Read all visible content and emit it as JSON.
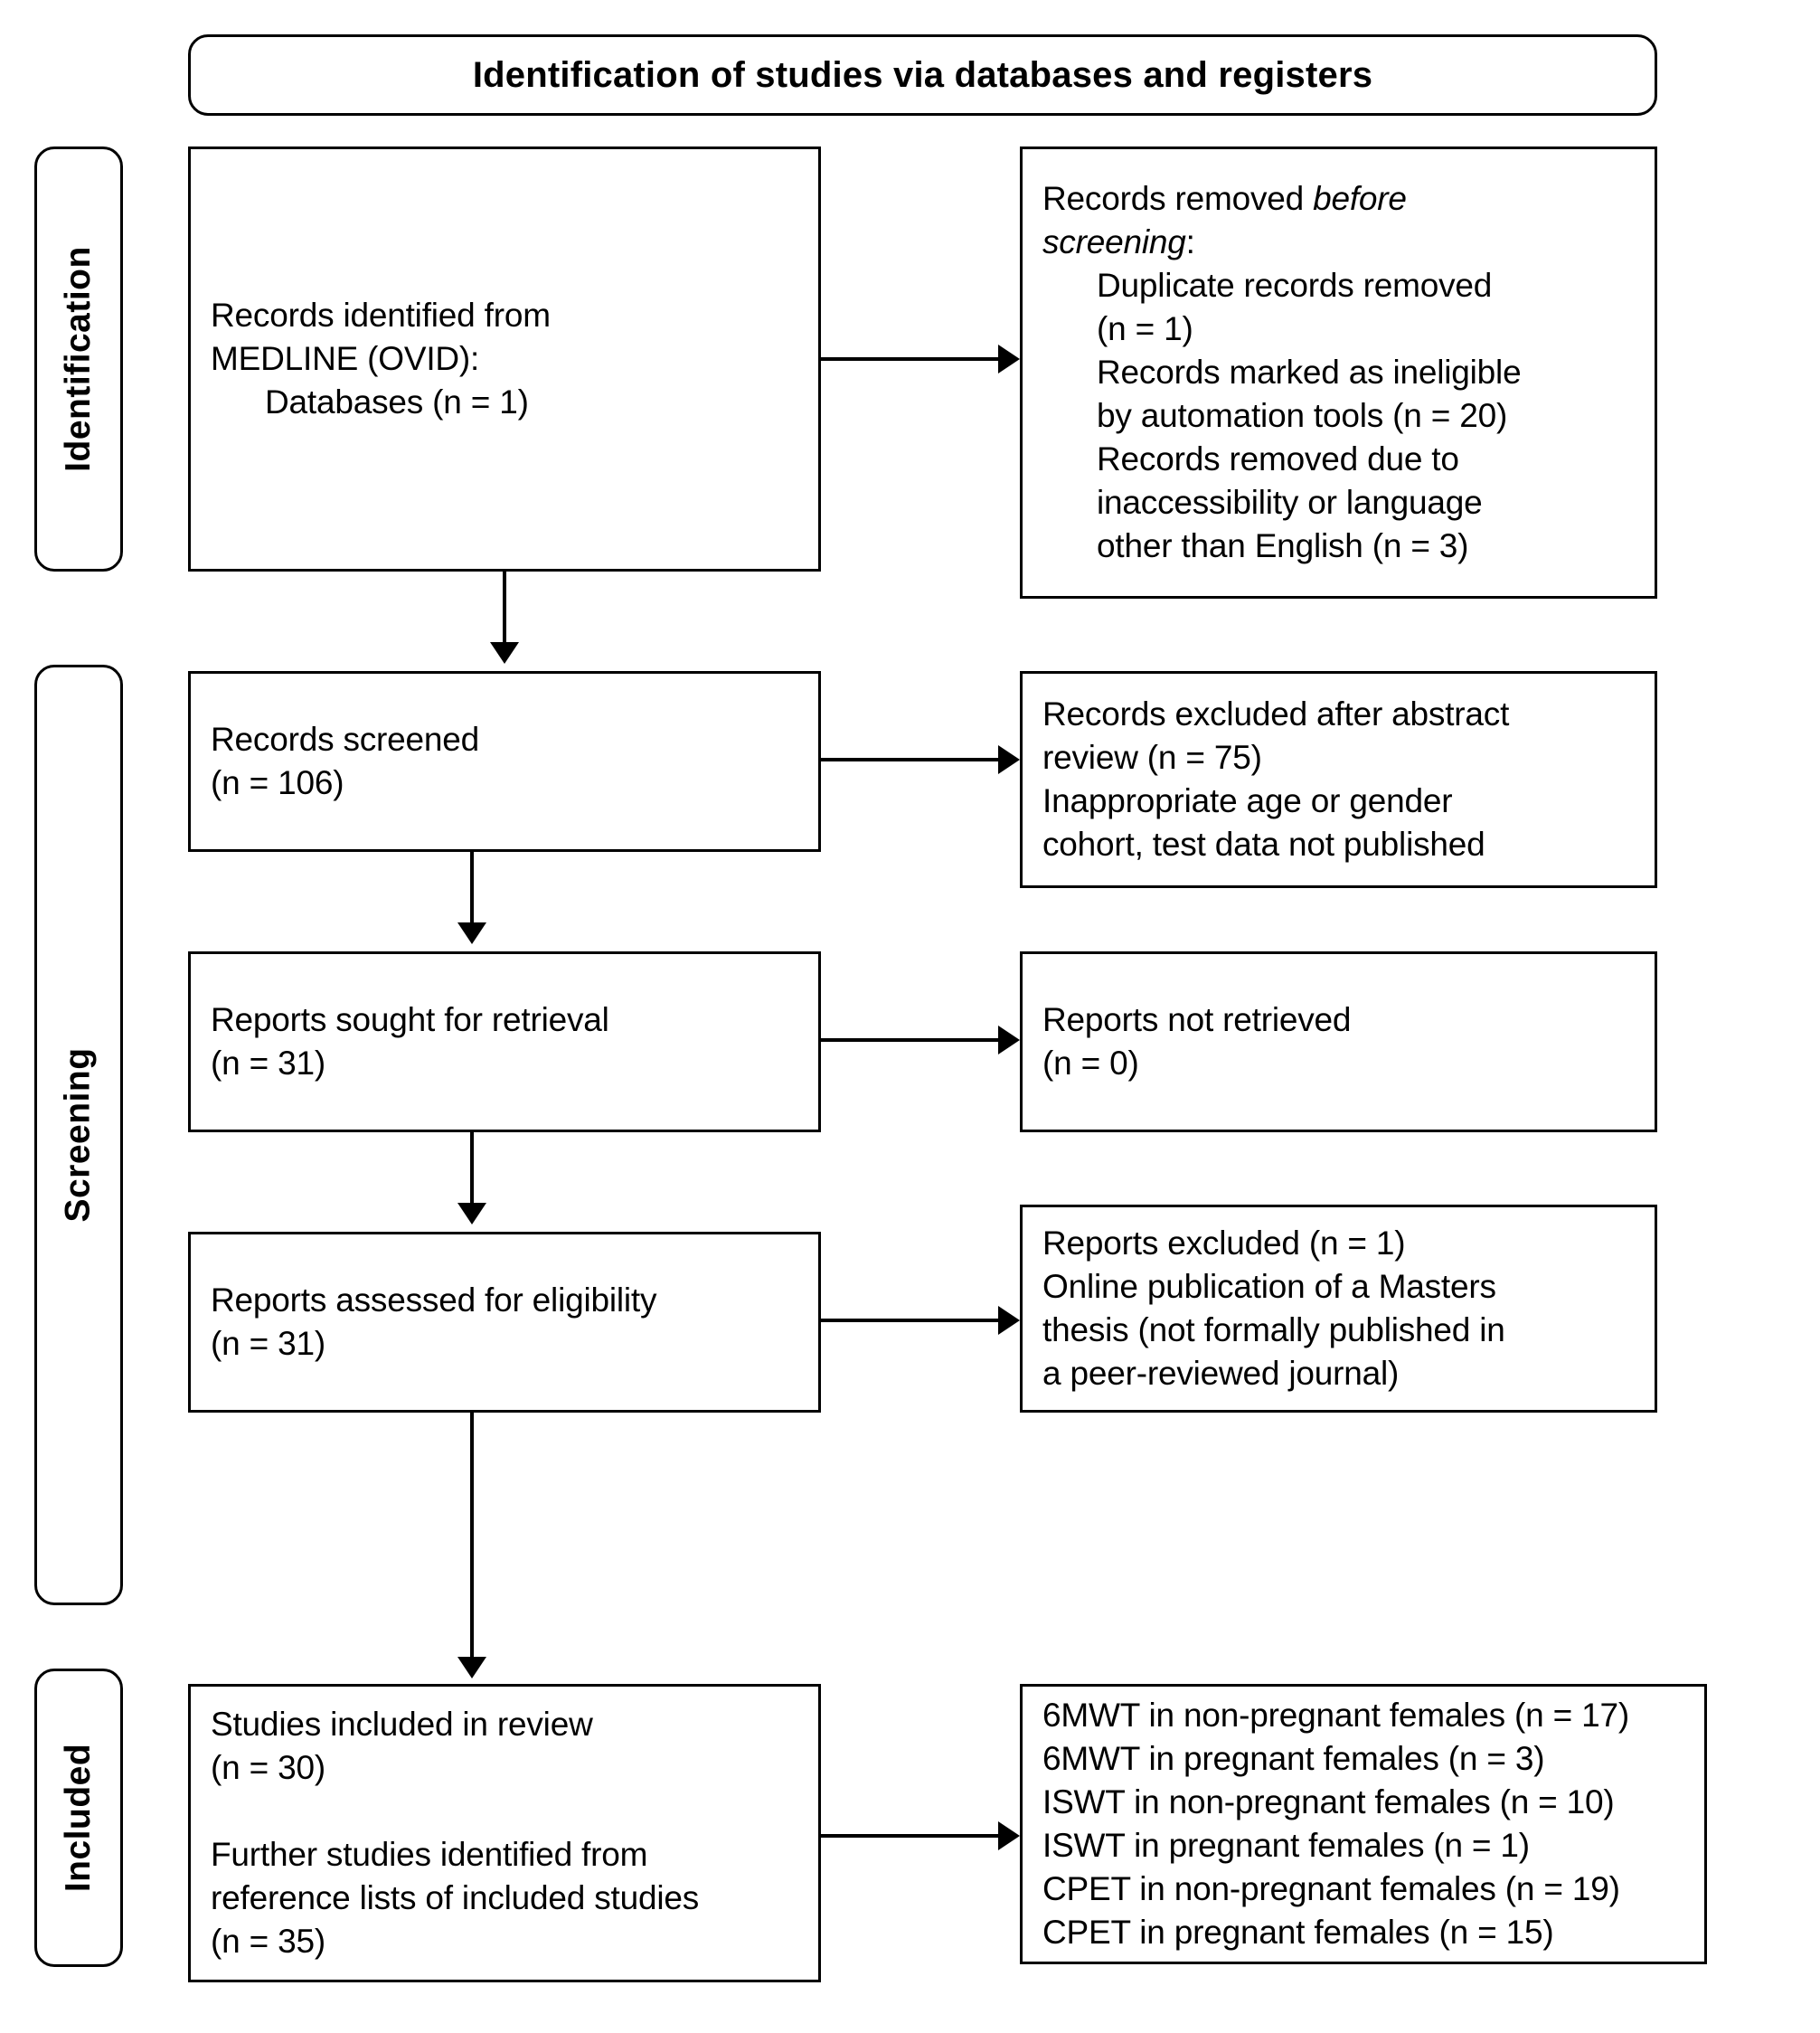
{
  "diagram": {
    "type": "prisma-flow-diagram",
    "header": {
      "title": "Identification of studies via databases and registers"
    },
    "stages": [
      {
        "id": "identification",
        "label": "Identification"
      },
      {
        "id": "screening",
        "label": "Screening"
      },
      {
        "id": "included",
        "label": "Included"
      }
    ],
    "boxes": {
      "records_identified": {
        "line1": "Records identified from",
        "line2": "MEDLINE (OVID):",
        "line3": "Databases (n = 1)"
      },
      "records_removed": {
        "line1_a": "Records removed ",
        "line1_b": "before",
        "line2": "screening",
        "line2_tail": ":",
        "line3": "Duplicate records removed",
        "line4": "(n = 1)",
        "line5": "Records marked as ineligible",
        "line6": "by automation tools (n = 20)",
        "line7": "Records removed due to",
        "line8": "inaccessibility or language",
        "line9": "other than English (n = 3)"
      },
      "records_screened": {
        "line1": "Records screened",
        "line2": "(n = 106)"
      },
      "records_excluded": {
        "line1": "Records excluded after abstract",
        "line2": "review (n = 75)",
        "line3": "Inappropriate age or gender",
        "line4": "cohort, test data not published"
      },
      "reports_sought": {
        "line1": "Reports sought for retrieval",
        "line2": "(n = 31)"
      },
      "reports_not_retrieved": {
        "line1": "Reports not retrieved",
        "line2": "(n = 0)"
      },
      "reports_assessed": {
        "line1": "Reports assessed for eligibility",
        "line2": "(n = 31)"
      },
      "reports_excluded": {
        "line1": "Reports excluded (n = 1)",
        "line2": "Online publication of a Masters",
        "line3": "thesis (not formally published in",
        "line4": "a peer-reviewed journal)"
      },
      "studies_included": {
        "line1": "Studies included in review",
        "line2": "(n = 30)",
        "line3": "",
        "line4": "Further studies identified from",
        "line5": "reference lists of included studies",
        "line6": "(n = 35)"
      },
      "study_breakdown": {
        "line1": "6MWT in non-pregnant females (n = 17)",
        "line2": "6MWT in pregnant females (n = 3)",
        "line3": "ISWT in non-pregnant females (n = 10)",
        "line4": "ISWT in pregnant females (n = 1)",
        "line5": "CPET in non-pregnant females (n = 19)",
        "line6": "CPET in pregnant females (n = 15)"
      }
    },
    "counts": {
      "databases": 1,
      "duplicate_records_removed": 1,
      "ineligible_by_automation_tools": 20,
      "removed_inaccessibility_or_language": 3,
      "records_screened": 106,
      "records_excluded_after_abstract_review": 75,
      "reports_sought_for_retrieval": 31,
      "reports_not_retrieved": 0,
      "reports_assessed_for_eligibility": 31,
      "reports_excluded": 1,
      "studies_included_in_review": 30,
      "further_studies_from_reference_lists": 35,
      "6mwt_non_pregnant": 17,
      "6mwt_pregnant": 3,
      "iswt_non_pregnant": 10,
      "iswt_pregnant": 1,
      "cpet_non_pregnant": 19,
      "cpet_pregnant": 15
    },
    "colors": {
      "stroke": "#000000",
      "background": "#ffffff",
      "text": "#000000"
    }
  }
}
